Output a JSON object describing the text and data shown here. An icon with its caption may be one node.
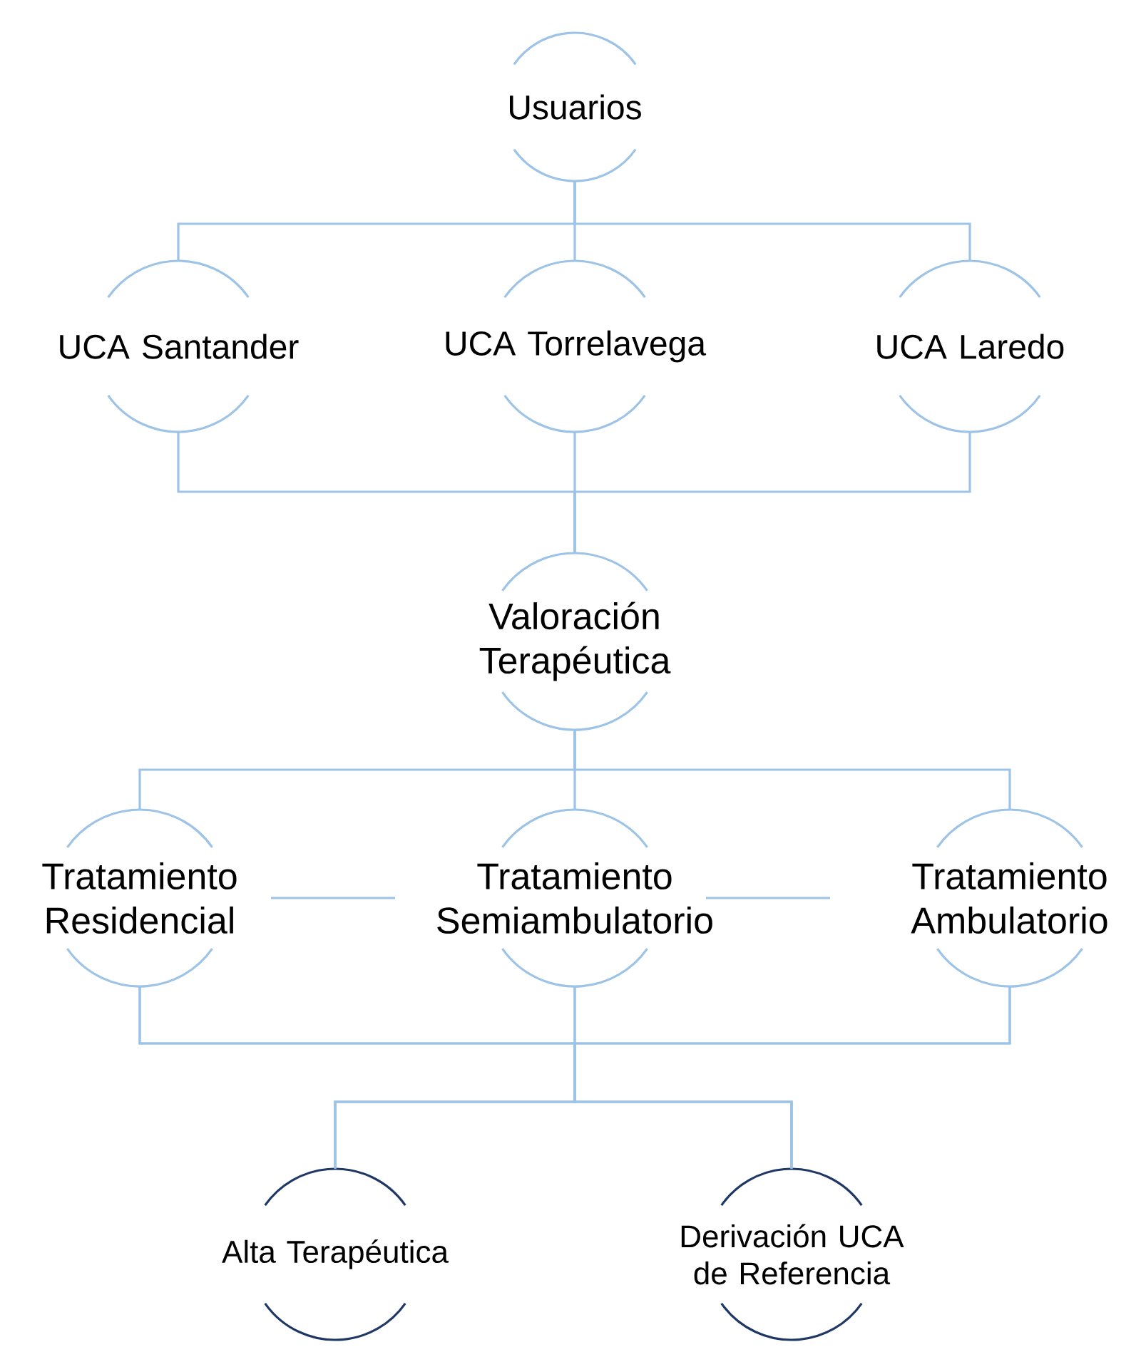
{
  "diagram": {
    "nodes": [
      {
        "text": [
          "Usuarios"
        ]
      },
      {
        "text": [
          "UCA Santander"
        ]
      },
      {
        "text": [
          "UCA Torrelavega"
        ]
      },
      {
        "text": [
          "UCA  Laredo"
        ]
      },
      {
        "text": [
          "Valoración Terapéutica"
        ]
      },
      {
        "text": [
          "Tratamiento Residencial"
        ]
      },
      {
        "text": [
          "Tratamiento Semiambulatorio"
        ]
      },
      {
        "text": [
          "Tratamiento Ambulatorio"
        ]
      },
      {
        "text": [
          "Alta Terapéutica"
        ]
      },
      {
        "text": [
          "Derivación UCA de Referencia"
        ]
      }
    ],
    "edges": [
      {
        "from": 0,
        "to": 1,
        "arrow": "none"
      },
      {
        "from": 0,
        "to": 2,
        "arrow": "none"
      },
      {
        "from": 0,
        "to": 3,
        "arrow": "none"
      },
      {
        "from": 1,
        "to": 4,
        "arrow": "none"
      },
      {
        "from": 2,
        "to": 4,
        "arrow": "none"
      },
      {
        "from": 3,
        "to": 4,
        "arrow": "none"
      },
      {
        "from": 4,
        "to": 5,
        "arrow": "none"
      },
      {
        "from": 4,
        "to": 6,
        "arrow": "none"
      },
      {
        "from": 4,
        "to": 7,
        "arrow": "none"
      },
      {
        "from": 5,
        "to": 6,
        "arrow": "none"
      },
      {
        "from": 6,
        "to": 7,
        "arrow": "none"
      },
      {
        "from": 5,
        "to": 8,
        "arrow": "none"
      },
      {
        "from": 5,
        "to": 9,
        "arrow": "none"
      },
      {
        "from": 6,
        "to": 8,
        "arrow": "none"
      },
      {
        "from": 6,
        "to": 9,
        "arrow": "none"
      },
      {
        "from": 7,
        "to": 8,
        "arrow": "none"
      },
      {
        "from": 7,
        "to": 9,
        "arrow": "none"
      }
    ]
  }
}
